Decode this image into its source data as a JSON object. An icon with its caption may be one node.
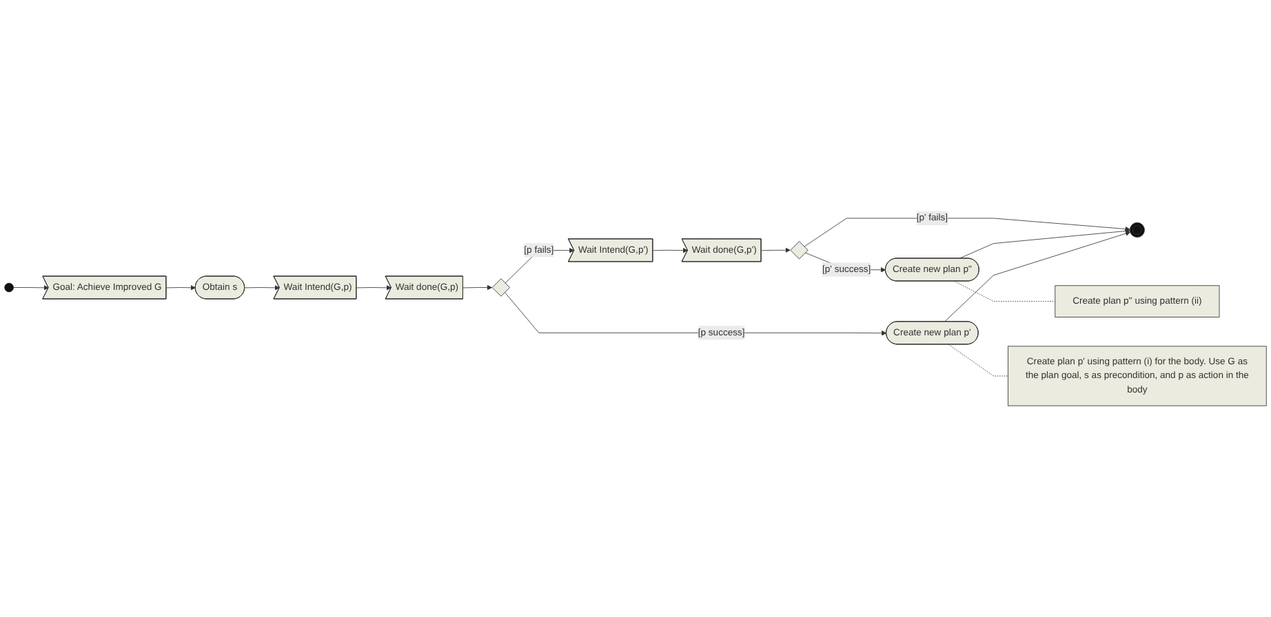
{
  "diagram": {
    "nodes": [
      {
        "text": [],
        "shape": "circle"
      },
      {
        "text": [
          "Goal: Achieve Improved G"
        ]
      },
      {
        "text": [
          "Obtain s"
        ]
      },
      {
        "text": [
          "Wait Intend(G,p)"
        ]
      },
      {
        "text": [
          "Wait done(G,p)"
        ]
      },
      {
        "text": [],
        "shape": "diamond"
      },
      {
        "text": [
          "Wait Intend(G,p')"
        ]
      },
      {
        "text": [
          "Wait done(G,p')"
        ]
      },
      {
        "text": [],
        "shape": "diamond"
      },
      {
        "text": [
          "Create new plan p\""
        ]
      },
      {
        "text": [],
        "shape": "circle"
      },
      {
        "text": [
          "Create new plan p'"
        ]
      },
      {
        "text": [
          "Create plan p'' using pattern (ii)"
        ]
      },
      {
        "text": [
          "Create plan p' using pattern (i) for the body. Use G as the plan goal, s as precondition, and p as action in the body"
        ]
      }
    ],
    "edges": [
      {
        "from": 0,
        "to": 1,
        "arrow": "to"
      },
      {
        "from": 1,
        "to": 2,
        "arrow": "to"
      },
      {
        "from": 2,
        "to": 3,
        "arrow": "to"
      },
      {
        "from": 3,
        "to": 4,
        "arrow": "to"
      },
      {
        "from": 4,
        "to": 5,
        "arrow": "to"
      },
      {
        "from": 5,
        "to": 6,
        "arrow": "to",
        "label": "[p fails]"
      },
      {
        "from": 6,
        "to": 7,
        "arrow": "to"
      },
      {
        "from": 7,
        "to": 8,
        "arrow": "to"
      },
      {
        "from": 8,
        "to": 9,
        "arrow": "to",
        "label": "[p' success]"
      },
      {
        "from": 8,
        "to": 10,
        "arrow": "to",
        "label": "[p' fails]"
      },
      {
        "from": 9,
        "to": 10,
        "arrow": "to"
      },
      {
        "from": 5,
        "to": 11,
        "arrow": "to",
        "label": "[p success]"
      },
      {
        "from": 11,
        "to": 10,
        "arrow": "to"
      },
      {
        "from": 9,
        "to": 12,
        "arrow": "none",
        "style": "dashed"
      },
      {
        "from": 11,
        "to": 13,
        "arrow": "none",
        "style": "dashed"
      }
    ]
  }
}
